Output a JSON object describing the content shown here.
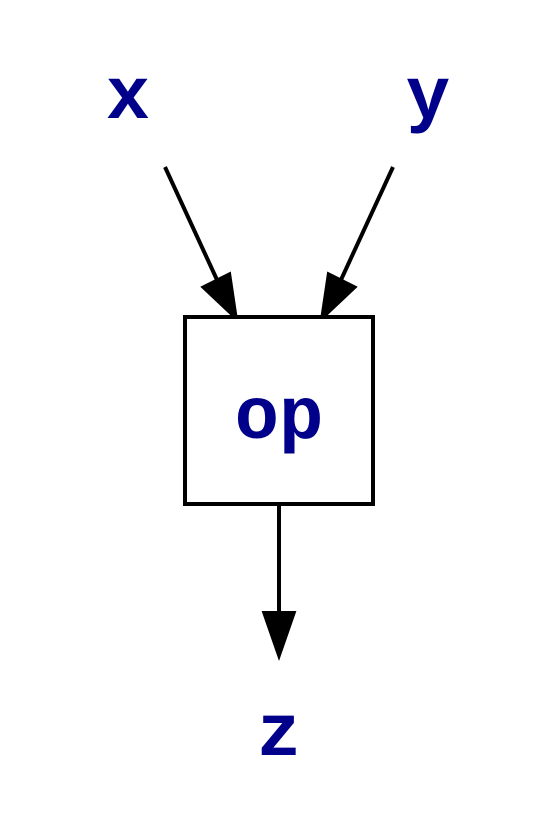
{
  "diagram": {
    "nodes": {
      "x": {
        "label": "x"
      },
      "y": {
        "label": "y"
      },
      "op": {
        "label": "op",
        "shape": "box"
      },
      "z": {
        "label": "z"
      }
    },
    "edges": [
      {
        "from": "x",
        "to": "op"
      },
      {
        "from": "y",
        "to": "op"
      },
      {
        "from": "op",
        "to": "z"
      }
    ],
    "colors": {
      "label": "#00008b",
      "stroke": "#000000",
      "background": "#ffffff"
    }
  }
}
